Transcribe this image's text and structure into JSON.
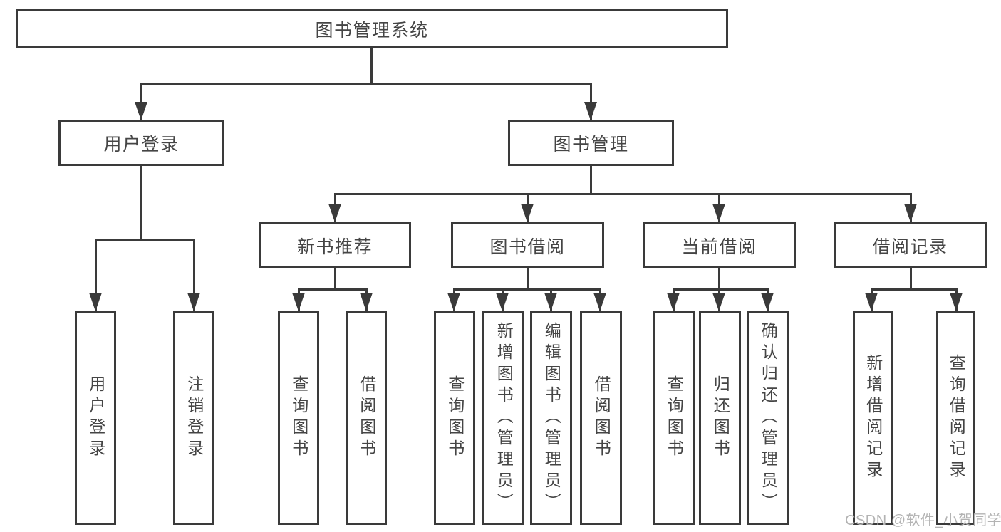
{
  "diagram": {
    "root": "图书管理系统",
    "level2": [
      {
        "label": "用户登录"
      },
      {
        "label": "图书管理"
      }
    ],
    "level3": [
      {
        "label": "新书推荐",
        "parent": "图书管理"
      },
      {
        "label": "图书借阅",
        "parent": "图书管理"
      },
      {
        "label": "当前借阅",
        "parent": "图书管理"
      },
      {
        "label": "借阅记录",
        "parent": "图书管理"
      }
    ],
    "leaves": [
      {
        "label": "用户登录",
        "parent": "用户登录"
      },
      {
        "label": "注销登录",
        "parent": "用户登录"
      },
      {
        "label": "查询图书",
        "parent": "新书推荐"
      },
      {
        "label": "借阅图书",
        "parent": "新书推荐"
      },
      {
        "label": "查询图书",
        "parent": "图书借阅"
      },
      {
        "label": "新增图书（管理员）",
        "parent": "图书借阅"
      },
      {
        "label": "编辑图书（管理员）",
        "parent": "图书借阅"
      },
      {
        "label": "借阅图书",
        "parent": "图书借阅"
      },
      {
        "label": "查询图书",
        "parent": "当前借阅"
      },
      {
        "label": "归还图书",
        "parent": "当前借阅"
      },
      {
        "label": "确认归还（管理员）",
        "parent": "当前借阅"
      },
      {
        "label": "新增借阅记录",
        "parent": "借阅记录"
      },
      {
        "label": "查询借阅记录",
        "parent": "借阅记录"
      }
    ]
  },
  "watermark": {
    "text": "CSDN @软件_小贺同学"
  },
  "colors": {
    "line": "#3a3a3a",
    "text": "#454545",
    "background": "#ffffff",
    "watermark": "#b3b3b3"
  }
}
